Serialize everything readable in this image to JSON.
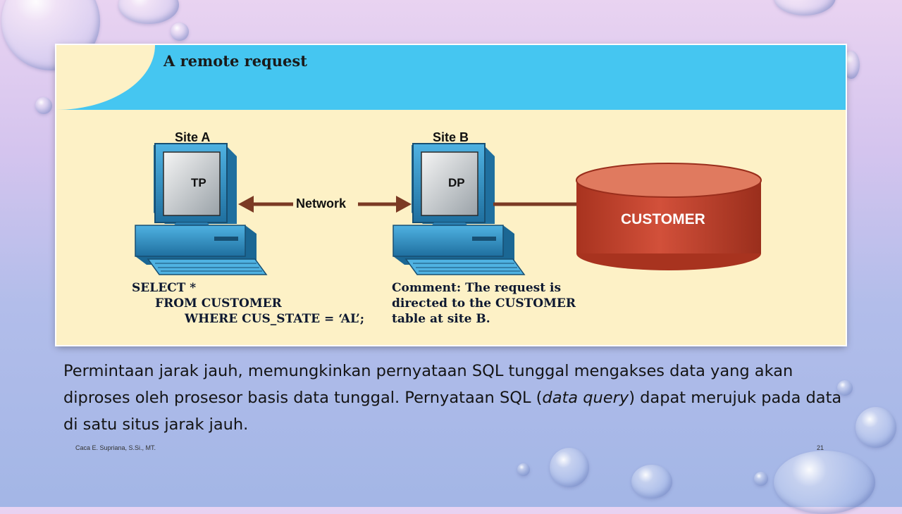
{
  "figure": {
    "title": "A remote request",
    "site_a": {
      "label": "Site A",
      "processor": "TP"
    },
    "site_b": {
      "label": "Site B",
      "processor": "DP"
    },
    "network_label": "Network",
    "database_label": "CUSTOMER",
    "sql_lines": [
      "SELECT *",
      "FROM CUSTOMER",
      "WHERE CUS_STATE = ‘AL’;"
    ],
    "comment_lines": [
      "Comment: The request is",
      "directed to the CUSTOMER",
      "table at site B."
    ]
  },
  "caption": {
    "part1": "Permintaan jarak jauh, memungkinkan pernyataan SQL tunggal mengakses data yang akan diproses oleh prosesor basis data tunggal. Pernyataan SQL (",
    "italic": "data query",
    "part2": ") dapat merujuk pada data di satu situs jarak jauh."
  },
  "footer": {
    "author": "Caca E. Supriana, S.Si., MT.",
    "page_number": "21"
  },
  "colors": {
    "header_blue": "#45c6f1",
    "figure_background": "#fdf1c6",
    "arrow": "#7b3a24",
    "database": "#c0412e",
    "computer_body": "#2f93c9"
  }
}
